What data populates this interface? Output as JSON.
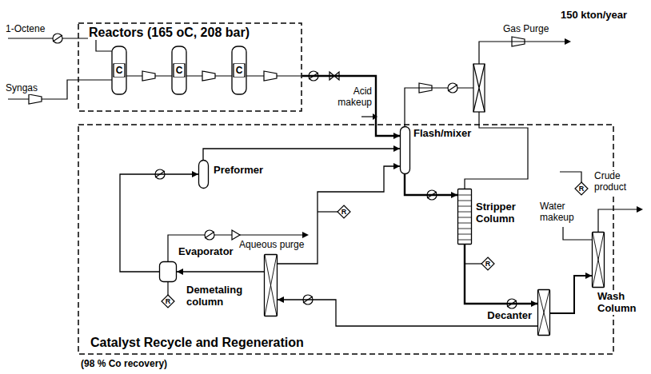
{
  "diagram": {
    "nodes": [
      {
        "text": [
          "Reactors (165 oC, 208 bar)"
        ]
      },
      {
        "text": [
          "Catalyst Recycle and Regeneration",
          "(98 % Co recovery)"
        ]
      },
      {
        "text": [
          "Flash/mixer"
        ],
        "in": 1
      },
      {
        "text": [
          "Preformer"
        ],
        "in": 1
      },
      {
        "text": [
          "Stripper Column"
        ],
        "in": 1
      },
      {
        "text": [
          "Evaporator"
        ],
        "in": 1
      },
      {
        "text": [
          "Demetaling column"
        ],
        "in": 1
      },
      {
        "text": [
          "Decanter"
        ],
        "in": 1
      },
      {
        "text": [
          "Wash Column"
        ],
        "in": 1
      }
    ],
    "edges": [
      {
        "from": 0,
        "to": 2,
        "arrow": "to"
      },
      {
        "from": 2,
        "to": 4,
        "arrow": "to"
      },
      {
        "from": 4,
        "to": 7,
        "arrow": "to"
      },
      {
        "from": 7,
        "to": 8,
        "arrow": "to"
      },
      {
        "from": 7,
        "to": 6,
        "arrow": "to"
      },
      {
        "from": 6,
        "to": 5,
        "arrow": "to"
      },
      {
        "from": 5,
        "to": 3,
        "arrow": "to"
      },
      {
        "from": 3,
        "to": 2,
        "arrow": "to"
      },
      {
        "from": 6,
        "to": 2,
        "arrow": "to"
      }
    ],
    "labels": [
      "150 kton/year",
      "1-Octene",
      "C",
      "C",
      "C",
      "Syngas",
      "Gas Purge",
      "Acid makeup",
      "R",
      "Crude product",
      "R",
      "Water makeup",
      "Aqueous purge",
      "R",
      "R"
    ]
  }
}
